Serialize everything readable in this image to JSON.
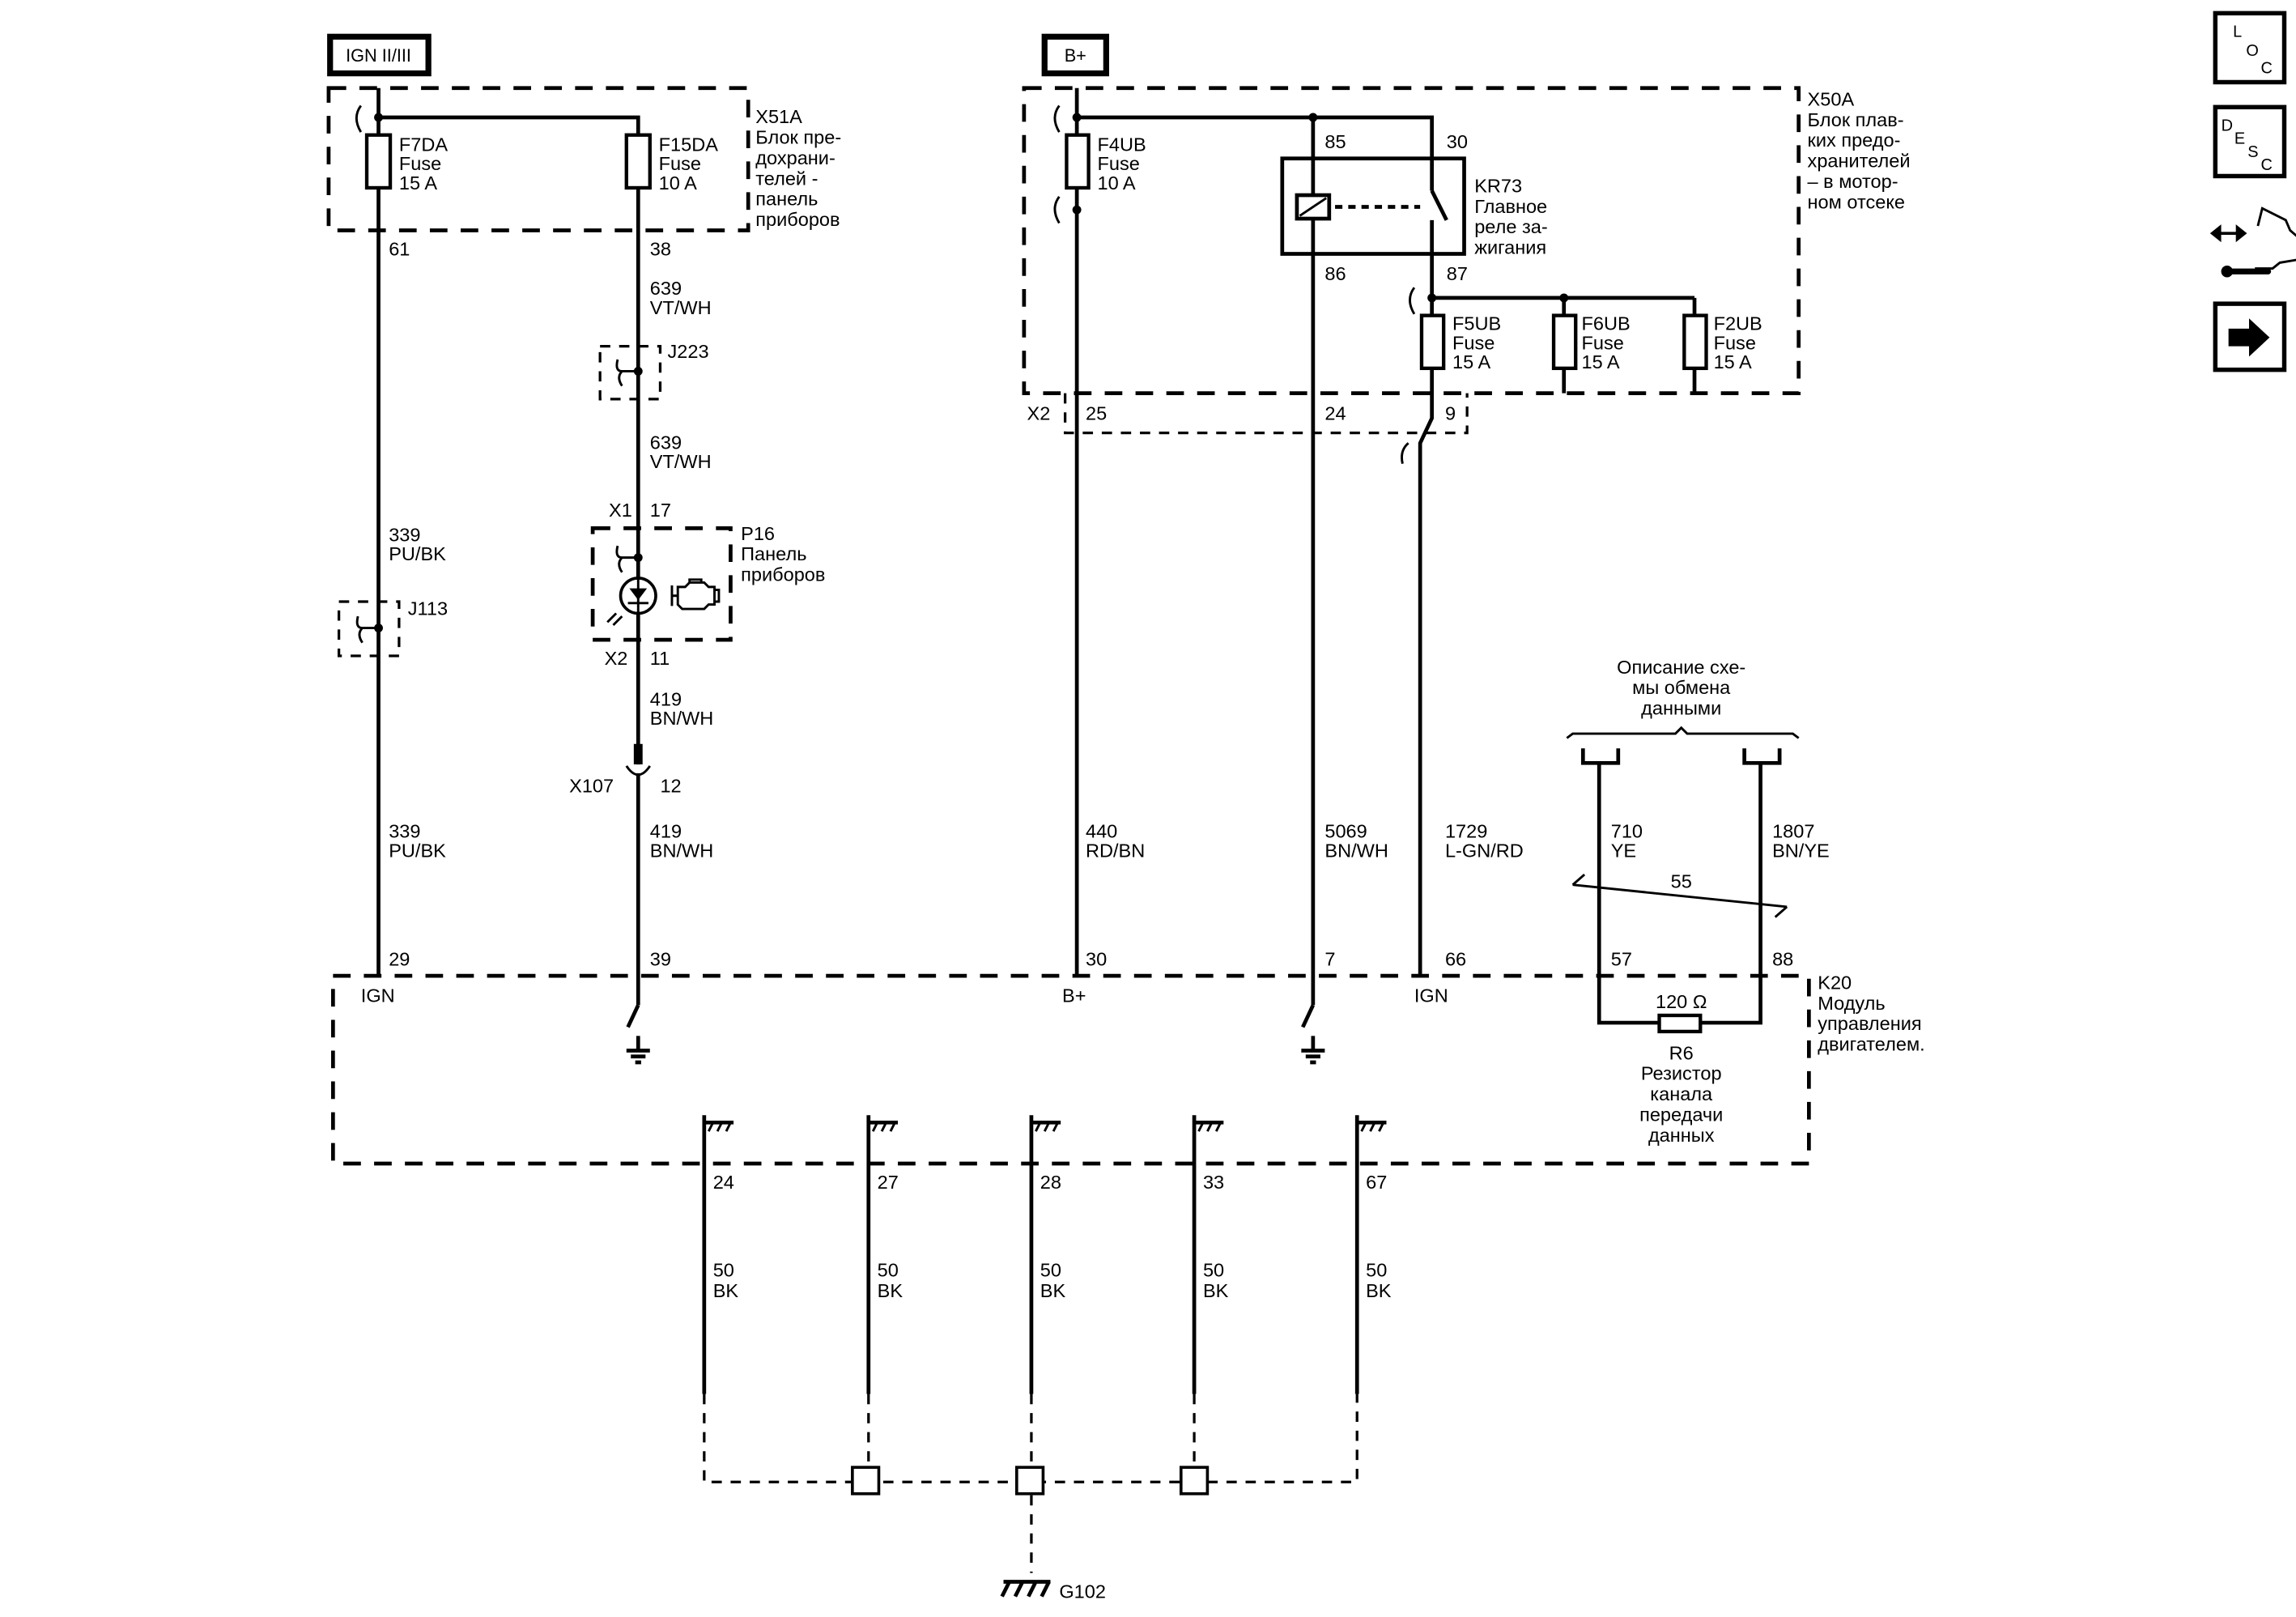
{
  "power_labels": {
    "ign": "IGN II/III",
    "bplus": "B+"
  },
  "x51a": {
    "lines": [
      "X51A",
      "Блок пре-",
      "дохрани-",
      "телей -",
      "панель",
      "приборов"
    ]
  },
  "f7da": {
    "lines": [
      "F7DA",
      "Fuse",
      "15 A"
    ],
    "pin": "61"
  },
  "f15da": {
    "lines": [
      "F15DA",
      "Fuse",
      "10 A"
    ],
    "pin": "38"
  },
  "wire_639a": [
    "639",
    "VT/WH"
  ],
  "j223": "J223",
  "wire_639b": [
    "639",
    "VT/WH"
  ],
  "p16": {
    "conn_top": "X1",
    "pin_top": "17",
    "lines": [
      "P16",
      "Панель",
      "приборов"
    ],
    "conn_bottom": "X2",
    "pin_bottom": "11"
  },
  "wire_419a": [
    "419",
    "BN/WH"
  ],
  "x107": {
    "name": "X107",
    "pin": "12"
  },
  "wire_419b": [
    "419",
    "BN/WH"
  ],
  "wire_339a": [
    "339",
    "PU/BK"
  ],
  "j113": "J113",
  "wire_339b": [
    "339",
    "PU/BK"
  ],
  "x50a": {
    "lines": [
      "X50A",
      "Блок плав-",
      "ких предо-",
      "хранителей",
      "– в мотор-",
      "ном отсеке"
    ]
  },
  "f4ub": {
    "lines": [
      "F4UB",
      "Fuse",
      "10 A"
    ]
  },
  "kr73": {
    "lines": [
      "KR73",
      "Главное",
      "реле за-",
      "жигания"
    ],
    "pin85": "85",
    "pin30": "30",
    "pin86": "86",
    "pin87": "87"
  },
  "f5ub": {
    "lines": [
      "F5UB",
      "Fuse",
      "15 A"
    ]
  },
  "f6ub": {
    "lines": [
      "F6UB",
      "Fuse",
      "15 A"
    ]
  },
  "f2ub": {
    "lines": [
      "F2UB",
      "Fuse",
      "15 A"
    ]
  },
  "x2": {
    "name": "X2",
    "pins": [
      "25",
      "24",
      "9"
    ]
  },
  "wire_440": [
    "440",
    "RD/BN"
  ],
  "wire_5069": [
    "5069",
    "BN/WH"
  ],
  "wire_1729": [
    "1729",
    "L-GN/RD"
  ],
  "data_bus": {
    "desc": [
      "Описание схе-",
      "мы обмена",
      "данными"
    ],
    "wire_710": [
      "710",
      "YE"
    ],
    "wire_1807": [
      "1807",
      "BN/YE"
    ],
    "twist": "55"
  },
  "k20": {
    "lines": [
      "K20",
      "Модуль",
      "управления",
      "двигателем."
    ],
    "pins": [
      "29",
      "39",
      "30",
      "7",
      "66",
      "57",
      "88"
    ],
    "pin_labels": {
      "ign1": "IGN",
      "bplus": "B+",
      "ign2": "IGN"
    },
    "ground_pins": [
      "24",
      "27",
      "28",
      "33",
      "67"
    ]
  },
  "r6": {
    "value": "120 Ω",
    "lines": [
      "R6",
      "Резистор",
      "канала",
      "передачи",
      "данных"
    ]
  },
  "ground_wire": [
    "50",
    "BK"
  ],
  "g102": "G102",
  "nav_icons": {
    "loc": [
      "L",
      "O",
      "C"
    ],
    "desc": [
      "D",
      "E",
      "S",
      "C"
    ]
  }
}
